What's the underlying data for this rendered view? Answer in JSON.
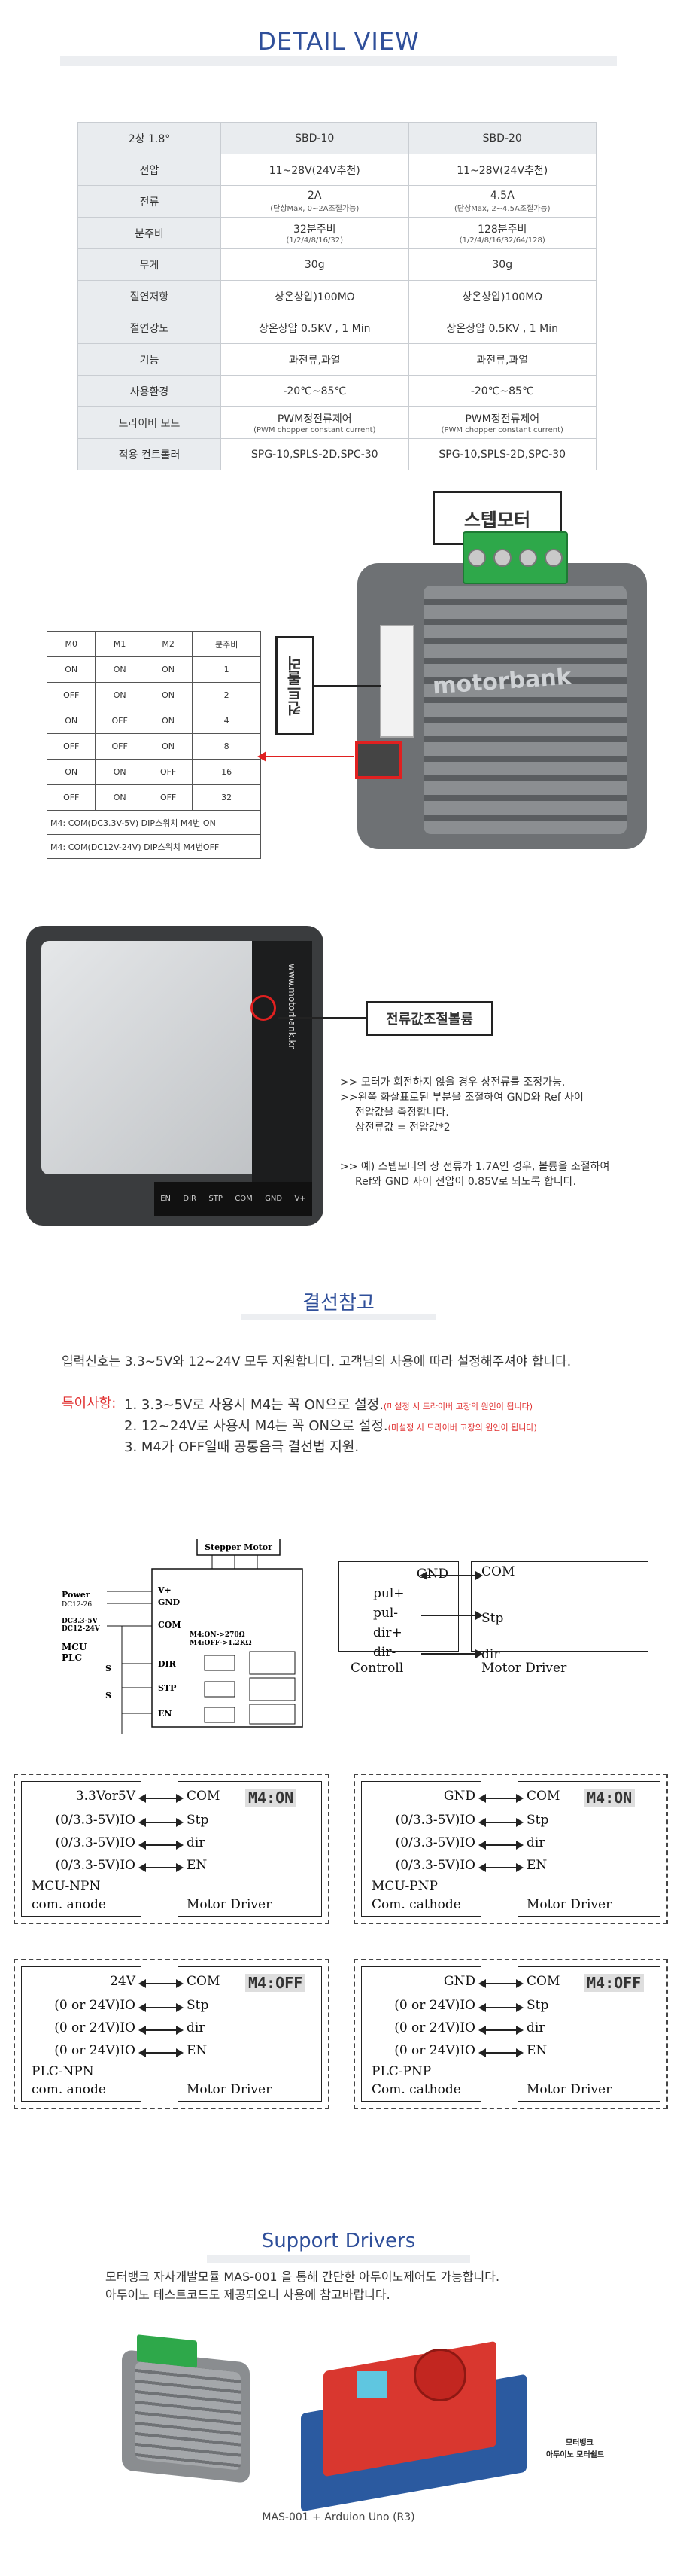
{
  "detail": {
    "title": "DETAIL VIEW"
  },
  "spec": {
    "headers": [
      "2상 1.8°",
      "SBD-10",
      "SBD-20"
    ],
    "rows": [
      {
        "label": "전압",
        "a": "11~28V(24V추천)",
        "a_sub": "",
        "b": "11~28V(24V추천)",
        "b_sub": ""
      },
      {
        "label": "전류",
        "a": "2A",
        "a_sub": "(단상Max, 0~2A조절가능)",
        "b": "4.5A",
        "b_sub": "(단상Max, 2~4.5A조절가능)"
      },
      {
        "label": "분주비",
        "a": "32분주비",
        "a_sub": "(1/2/4/8/16/32)",
        "b": "128분주비",
        "b_sub": "(1/2/4/8/16/32/64/128)"
      },
      {
        "label": "무게",
        "a": "30g",
        "a_sub": "",
        "b": "30g",
        "b_sub": ""
      },
      {
        "label": "절연저항",
        "a": "상온상압)100MΩ",
        "a_sub": "",
        "b": "상온상압)100MΩ",
        "b_sub": ""
      },
      {
        "label": "절연강도",
        "a": "상온상압 0.5KV , 1 Min",
        "a_sub": "",
        "b": "상온상압 0.5KV , 1 Min",
        "b_sub": ""
      },
      {
        "label": "기능",
        "a": "과전류,과열",
        "a_sub": "",
        "b": "과전류,과열",
        "b_sub": ""
      },
      {
        "label": "사용환경",
        "a": "-20℃~85℃",
        "a_sub": "",
        "b": "-20℃~85℃",
        "b_sub": ""
      },
      {
        "label": "드라이버 모드",
        "a": "PWM정전류제어",
        "a_sub": "(PWM chopper constant current)",
        "b": "PWM정전류제어",
        "b_sub": "(PWM chopper constant current)"
      },
      {
        "label": "적용 컨트롤러",
        "a": "SPG-10,SPLS-2D,SPC-30",
        "a_sub": "",
        "b": "SPG-10,SPLS-2D,SPC-30",
        "b_sub": ""
      }
    ]
  },
  "motor_view": {
    "stepmotor_label": "스텝모터",
    "controller_label": "컨트롤러",
    "brand": "motorbank"
  },
  "dip": {
    "headers": [
      "M0",
      "M1",
      "M2",
      "분주비"
    ],
    "rows": [
      [
        "ON",
        "ON",
        "ON",
        "1"
      ],
      [
        "OFF",
        "ON",
        "ON",
        "2"
      ],
      [
        "ON",
        "OFF",
        "ON",
        "4"
      ],
      [
        "OFF",
        "OFF",
        "ON",
        "8"
      ],
      [
        "ON",
        "ON",
        "OFF",
        "16"
      ],
      [
        "OFF",
        "ON",
        "OFF",
        "32"
      ]
    ],
    "note1": "M4: COM(DC3.3V-5V) DIP스위치 M4번 ON",
    "note2": "M4: COM(DC12V-24V) DIP스위치 M4번OFF"
  },
  "back_view": {
    "pcb_text": "www.motorbank.kr",
    "pins": [
      "EN",
      "DIR",
      "STP",
      "COM",
      "GND",
      "V+"
    ],
    "current_label": "전류값조절볼륨",
    "notes1": [
      ">> 모터가 회전하지 않을 경우 상전류를 조정가능.",
      ">>왼쪽 화살표로된 부분을 조절하여 GND와 Ref 사이",
      "전압값을 측정합니다.",
      "상전류값 = 전압값*2"
    ],
    "notes2": [
      ">> 예) 스텝모터의 상 전류가 1.7A인 경우, 볼륨을 조절하여",
      "Ref와 GND 사이 전압이 0.85V로 되도록 합니다."
    ]
  },
  "wiring": {
    "title": "결선참고",
    "intro": "입력신호는 3.3~5V와 12~24V 모두 지원합니다. 고객님의 사용에 따라 설정해주셔야 합니다.",
    "special_label": "특이사항:",
    "items": [
      {
        "text": "1.  3.3~5V로 사용시 M4는 꼭 ON으로 설정.",
        "red": "(미설정 시 드라이버 고장의 원인이 됩니다)"
      },
      {
        "text": "2. 12~24V로 사용시 M4는 꼭 ON으로 설정.",
        "red": "(미설정 시 드라이버 고장의 원인이 됩니다)"
      },
      {
        "text": "3. M4가 OFF일때 공통음극 결선법 지원.",
        "red": ""
      }
    ]
  },
  "schematic": {
    "stepper_motor": "Stepper Motor",
    "power": "Power",
    "power_v": "DC12-26",
    "dc": "DC3.3-5V",
    "dc2": "DC12-24V",
    "mcu": "MCU",
    "plc": "PLC",
    "vplus": "V+",
    "gnd": "GND",
    "com": "COM",
    "m4on": "M4:ON->270Ω",
    "m4off": "M4:OFF->1.2KΩ",
    "dir": "DIR",
    "stp": "STP",
    "en": "EN",
    "s": "S"
  },
  "diagram_top": {
    "left": [
      "GND",
      "pul+",
      "pul-",
      "dir+",
      "dir-",
      "Controll"
    ],
    "right": [
      "COM",
      "Stp",
      "dir",
      "Motor Driver"
    ]
  },
  "diagrams": [
    {
      "badge": "M4:ON",
      "left": [
        "3.3Vor5V",
        "(0/3.3-5V)IO",
        "(0/3.3-5V)IO",
        "(0/3.3-5V)IO",
        "MCU-NPN",
        "com. anode"
      ],
      "right": [
        "COM",
        "Stp",
        "dir",
        "EN",
        "Motor Driver"
      ]
    },
    {
      "badge": "M4:ON",
      "left": [
        "GND",
        "(0/3.3-5V)IO",
        "(0/3.3-5V)IO",
        "(0/3.3-5V)IO",
        "MCU-PNP",
        "Com. cathode"
      ],
      "right": [
        "COM",
        "Stp",
        "dir",
        "EN",
        "Motor Driver"
      ]
    },
    {
      "badge": "M4:OFF",
      "left": [
        "24V",
        "(0  or  24V)IO",
        "(0  or  24V)IO",
        "(0  or  24V)IO",
        "PLC-NPN",
        "com. anode"
      ],
      "right": [
        "COM",
        "Stp",
        "dir",
        "EN",
        "Motor Driver"
      ]
    },
    {
      "badge": "M4:OFF",
      "left": [
        "GND",
        "(0 or 24V)IO",
        "(0 or 24V)IO",
        "(0 or 24V)IO",
        "PLC-PNP",
        "Com. cathode"
      ],
      "right": [
        "COM",
        "Stp",
        "dir",
        "EN",
        "Motor Driver"
      ]
    }
  ],
  "support": {
    "title": "Support Drivers",
    "line1": "모터뱅크 자사개발모듈 MAS-001 을 통해 간단한 아두이노제어도 가능합니다.",
    "line2": "아두이노 테스트코드도 제공되오니 사용에 참고바랍니다.",
    "tag1": "모터뱅크",
    "tag2": "아두이노 모터쉴드",
    "caption": "MAS-001  +  Arduion Uno (R3)"
  }
}
